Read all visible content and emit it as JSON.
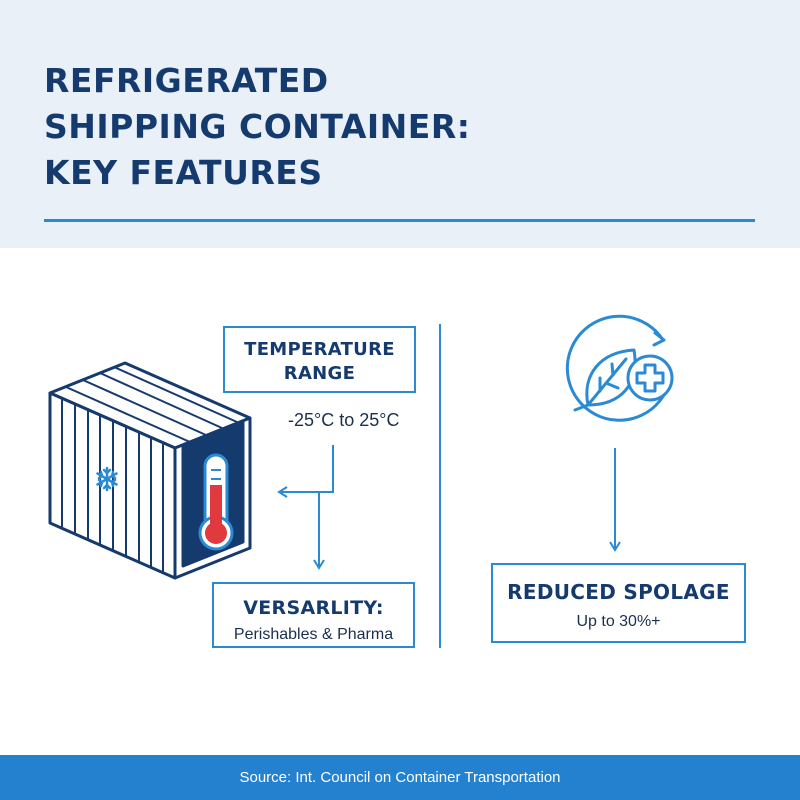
{
  "header": {
    "title_lines": [
      "REFRIGERATED",
      "SHIPPING CONTAINER:",
      "KEY FEATURES"
    ]
  },
  "temperature": {
    "heading_lines": [
      "TEMPERATURE",
      "RANGE"
    ],
    "value": "-25°C to 25°C"
  },
  "versatility": {
    "heading": "VERSARLITY:",
    "detail": "Perishables & Pharma"
  },
  "spoilage": {
    "heading": "REDUCED SPOLAGE",
    "detail": "Up to 30%+"
  },
  "footer": {
    "source": "Source: Int. Council on Container Transportation"
  },
  "icons": {
    "container": "refrigerated-container-icon",
    "snowflake": "snowflake-icon",
    "thermometer": "thermometer-icon",
    "leaf_plus": "leaf-health-cycle-icon"
  },
  "colors": {
    "navy": "#153a6e",
    "accent_blue": "#2a8ad4",
    "header_bg": "#e9f0f8",
    "footer_bg": "#2381cf",
    "thermo_red": "#e0393e"
  }
}
